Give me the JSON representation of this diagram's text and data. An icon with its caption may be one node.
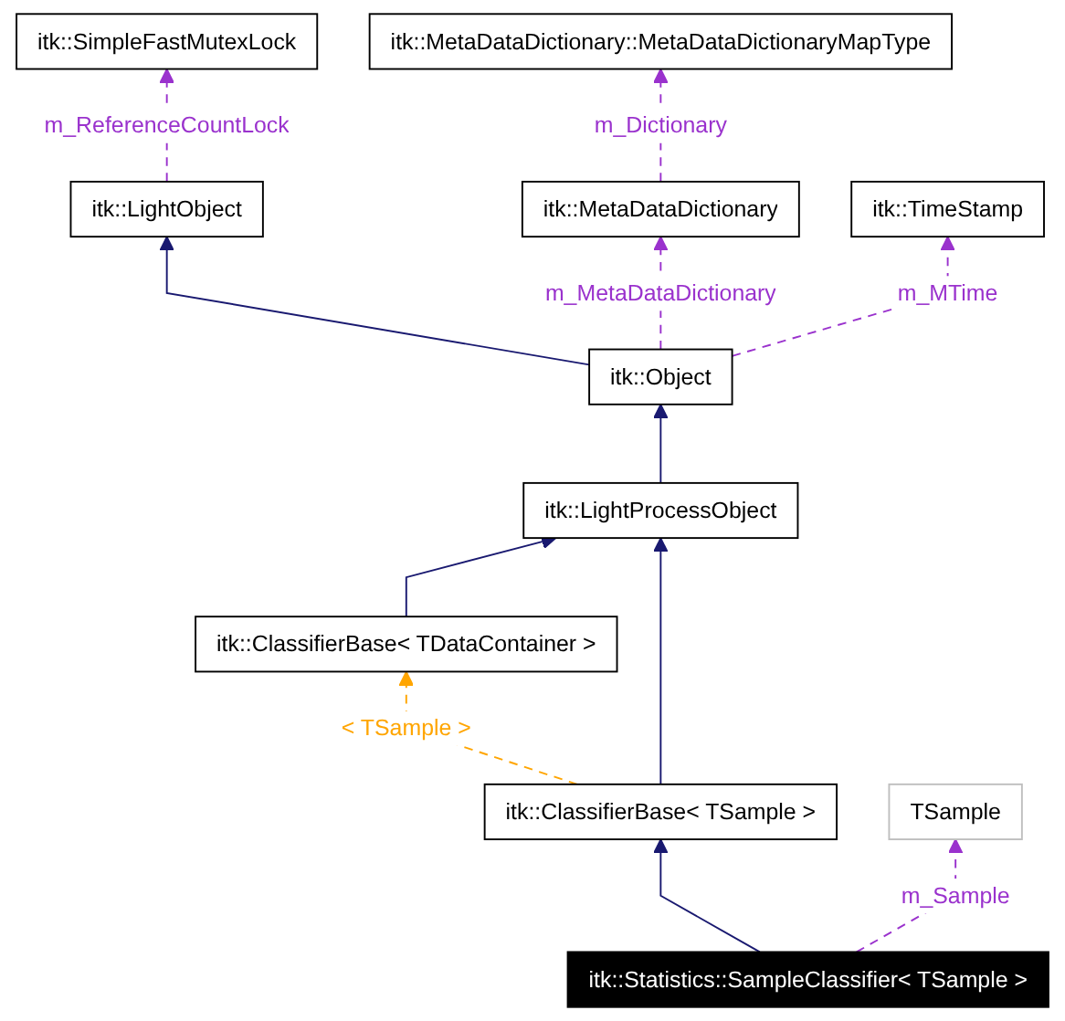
{
  "diagram": {
    "nodes": [
      {
        "text": [
          "itk::SimpleFastMutexLock"
        ]
      },
      {
        "text": [
          "itk::MetaDataDictionary::MetaDataDictionaryMapType"
        ]
      },
      {
        "text": [
          "itk::LightObject"
        ]
      },
      {
        "text": [
          "itk::MetaDataDictionary"
        ]
      },
      {
        "text": [
          "itk::TimeStamp"
        ]
      },
      {
        "text": [
          "itk::Object"
        ]
      },
      {
        "text": [
          "itk::LightProcessObject"
        ]
      },
      {
        "text": [
          "itk::ClassifierBase< TDataContainer >"
        ]
      },
      {
        "text": [
          "itk::ClassifierBase< TSample >"
        ]
      },
      {
        "text": [
          "TSample"
        ]
      },
      {
        "text": [
          "itk::Statistics::SampleClassifier< TSample >"
        ]
      }
    ],
    "edges": [
      {
        "from": 2,
        "to": 0,
        "arrow": "to",
        "label": "m_ReferenceCountLock",
        "style": "dashed",
        "color": "#9a32cd"
      },
      {
        "from": 3,
        "to": 1,
        "arrow": "to",
        "label": "m_Dictionary",
        "style": "dashed",
        "color": "#9a32cd"
      },
      {
        "from": 5,
        "to": 2,
        "arrow": "to",
        "color": "#191970"
      },
      {
        "from": 5,
        "to": 3,
        "arrow": "to",
        "label": "m_MetaDataDictionary",
        "style": "dashed",
        "color": "#9a32cd"
      },
      {
        "from": 5,
        "to": 4,
        "arrow": "to",
        "label": "m_MTime",
        "style": "dashed",
        "color": "#9a32cd"
      },
      {
        "from": 6,
        "to": 5,
        "arrow": "to",
        "color": "#191970"
      },
      {
        "from": 7,
        "to": 6,
        "arrow": "to",
        "color": "#191970"
      },
      {
        "from": 8,
        "to": 6,
        "arrow": "to",
        "color": "#191970"
      },
      {
        "from": 8,
        "to": 7,
        "arrow": "to",
        "label": "< TSample >",
        "style": "dashed",
        "color": "#ffa500"
      },
      {
        "from": 10,
        "to": 8,
        "arrow": "to",
        "color": "#191970"
      },
      {
        "from": 10,
        "to": 9,
        "arrow": "to",
        "label": "m_Sample",
        "style": "dashed",
        "color": "#9a32cd"
      }
    ]
  }
}
